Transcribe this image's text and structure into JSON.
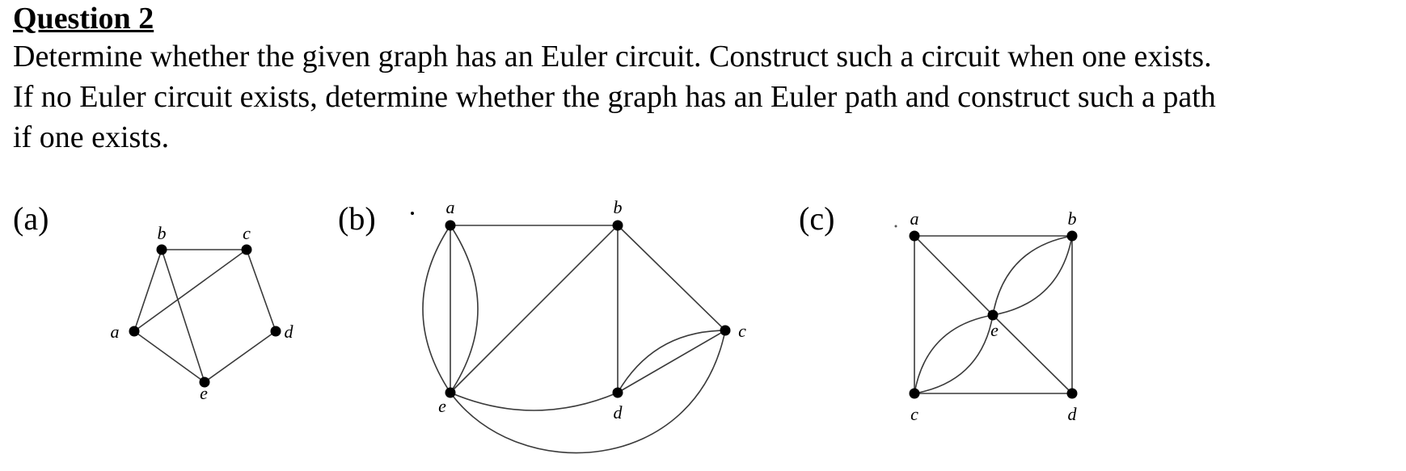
{
  "question": {
    "heading": "Question 2",
    "lines": [
      "Determine whether the given graph has an Euler circuit. Construct such a circuit when one exists.",
      "If no Euler circuit exists, determine whether the graph has an Euler path and construct such a path",
      "if one exists."
    ]
  },
  "graphs": [
    {
      "label": "(a)",
      "vertices": [
        "a",
        "b",
        "c",
        "d",
        "e"
      ],
      "edges": [
        [
          "a",
          "b"
        ],
        [
          "a",
          "c"
        ],
        [
          "a",
          "e"
        ],
        [
          "b",
          "c"
        ],
        [
          "b",
          "e"
        ],
        [
          "c",
          "d"
        ],
        [
          "d",
          "e"
        ]
      ]
    },
    {
      "label": "(b)",
      "vertices": [
        "a",
        "b",
        "c",
        "d",
        "e"
      ],
      "edges": [
        [
          "a",
          "b"
        ],
        [
          "a",
          "e"
        ],
        [
          "a",
          "e"
        ],
        [
          "a",
          "e"
        ],
        [
          "b",
          "e"
        ],
        [
          "b",
          "d"
        ],
        [
          "b",
          "c"
        ],
        [
          "e",
          "d"
        ],
        [
          "d",
          "c"
        ],
        [
          "d",
          "c"
        ],
        [
          "e",
          "c"
        ]
      ]
    },
    {
      "label": "(c)",
      "vertices": [
        "a",
        "b",
        "c",
        "d",
        "e"
      ],
      "edges": [
        [
          "a",
          "b"
        ],
        [
          "a",
          "c"
        ],
        [
          "b",
          "d"
        ],
        [
          "c",
          "d"
        ],
        [
          "a",
          "e"
        ],
        [
          "e",
          "d"
        ],
        [
          "b",
          "e"
        ],
        [
          "b",
          "e"
        ],
        [
          "c",
          "e"
        ],
        [
          "c",
          "e"
        ]
      ]
    }
  ]
}
